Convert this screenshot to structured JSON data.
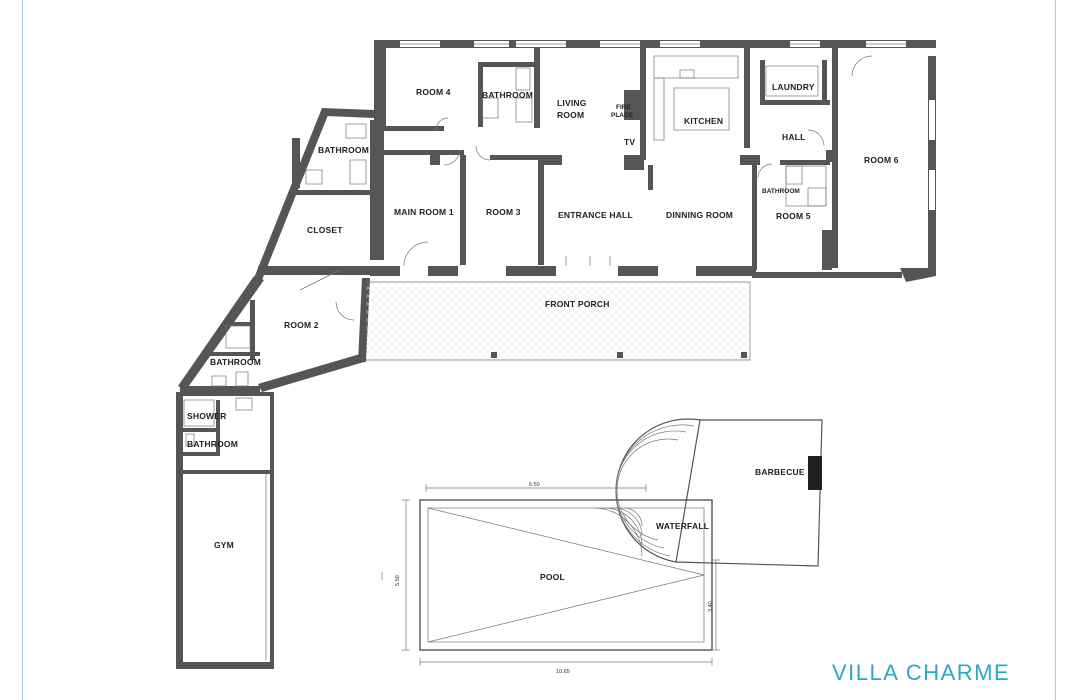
{
  "brand": "VILLA CHARME",
  "rooms": {
    "room4": "ROOM 4",
    "bathroom_top": "BATHROOM",
    "living_room_1": "LIVING",
    "living_room_2": "ROOM",
    "fire_place_1": "FIRE",
    "fire_place_2": "PLACE",
    "tv": "TV",
    "kitchen": "KITCHEN",
    "laundry": "LAUNDRY",
    "hall": "HALL",
    "room6": "ROOM 6",
    "bathroom_left": "BATHROOM",
    "closet": "CLOSET",
    "main_room1": "MAIN ROOM 1",
    "room3": "ROOM 3",
    "entrance_hall": "ENTRANCE HALL",
    "dinning_room": "DINNING ROOM",
    "bathroom_r5": "BATHROOM",
    "room5": "ROOM 5",
    "front_porch": "FRONT PORCH",
    "room2": "ROOM 2",
    "bathroom_r2": "BATHROOM",
    "shower": "SHOWER",
    "bathroom_gym": "BATHROOM",
    "gym": "GYM",
    "barbecue": "BARBECUE",
    "waterfall": "WATERFALL",
    "pool": "POOL"
  },
  "dimensions": {
    "pool_top": "6.50",
    "pool_bottom": "10.65",
    "pool_left": "5.50",
    "pool_right": "3.40"
  },
  "colors": {
    "brand": "#2ea7c4",
    "wall": "#555555"
  }
}
